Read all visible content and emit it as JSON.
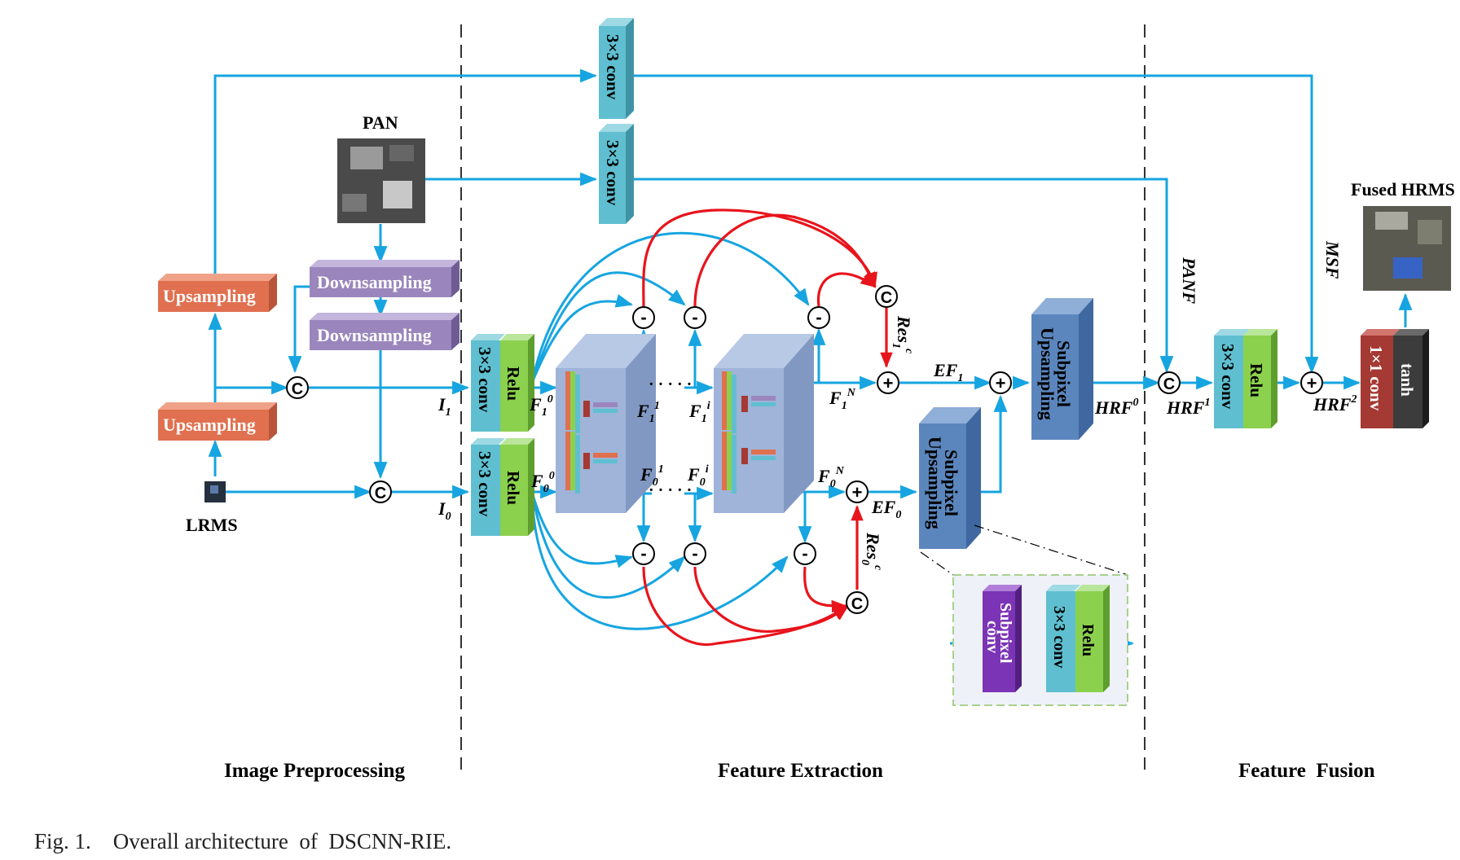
{
  "colors": {
    "flow": "#16a5e0",
    "residual": "#e8141c",
    "upsampling": "#e0704f",
    "downsampling": "#9a86bc",
    "conv": "#5fbfd0",
    "relu": "#8cd14e",
    "subpixel_up": "#5b86bd",
    "subpixel_conv": "#7b34b5",
    "conv1x1": "#a43a33",
    "tanh": "#3c3c3c",
    "block": "#9fb4d8"
  },
  "sections": {
    "preprocessing": "Image Preprocessing",
    "extraction": "Feature Extraction",
    "fusion": "Feature  Fusion"
  },
  "inputs": {
    "pan": "PAN",
    "lrms": "LRMS",
    "output": "Fused HRMS"
  },
  "modules": {
    "upsampling": "Upsampling",
    "downsampling": "Downsampling",
    "conv3x3": "3×3 conv",
    "relu": "Relu",
    "subpixel_l1": "Subpixel",
    "subpixel_l2": "Upsampling",
    "subpixel_conv_l1": "Subpixel",
    "subpixel_conv_l2": "conv",
    "conv1x1": "1×1 conv",
    "tanh": "tanh"
  },
  "ops": {
    "concat": "C",
    "add": "+",
    "sub": "-",
    "dots": "· · · · ·"
  },
  "features": {
    "I1": {
      "base": "I",
      "sub": "1"
    },
    "I0": {
      "base": "I",
      "sub": "0"
    },
    "F1_0": {
      "base": "F",
      "sub": "1",
      "sup": "0"
    },
    "F0_0": {
      "base": "F",
      "sub": "0",
      "sup": "0"
    },
    "F1_1": {
      "base": "F",
      "sub": "1",
      "sup": "1"
    },
    "F1_i": {
      "base": "F",
      "sub": "1",
      "sup": "i"
    },
    "F0_1": {
      "base": "F",
      "sub": "0",
      "sup": "1"
    },
    "F0_i": {
      "base": "F",
      "sub": "0",
      "sup": "i"
    },
    "F1_N": {
      "base": "F",
      "sub": "1",
      "sup": "N"
    },
    "F0_N": {
      "base": "F",
      "sub": "0",
      "sup": "N"
    },
    "Res1c": {
      "base": "Res",
      "sub": "1",
      "sup": "c"
    },
    "Res0c": {
      "base": "Res",
      "sub": "0",
      "sup": "c"
    },
    "EF1": {
      "base": "EF",
      "sub": "1"
    },
    "EF0": {
      "base": "EF",
      "sub": "0"
    },
    "HRF0": {
      "base": "HRF",
      "sup": "0"
    },
    "HRF1": {
      "base": "HRF",
      "sup": "1"
    },
    "HRF2": {
      "base": "HRF",
      "sup": "2"
    },
    "PANF": {
      "base": "PANF"
    },
    "MSF": {
      "base": "MSF"
    }
  },
  "caption": "Fig. 1.    Overall architecture  of  DSCNN-RIE."
}
